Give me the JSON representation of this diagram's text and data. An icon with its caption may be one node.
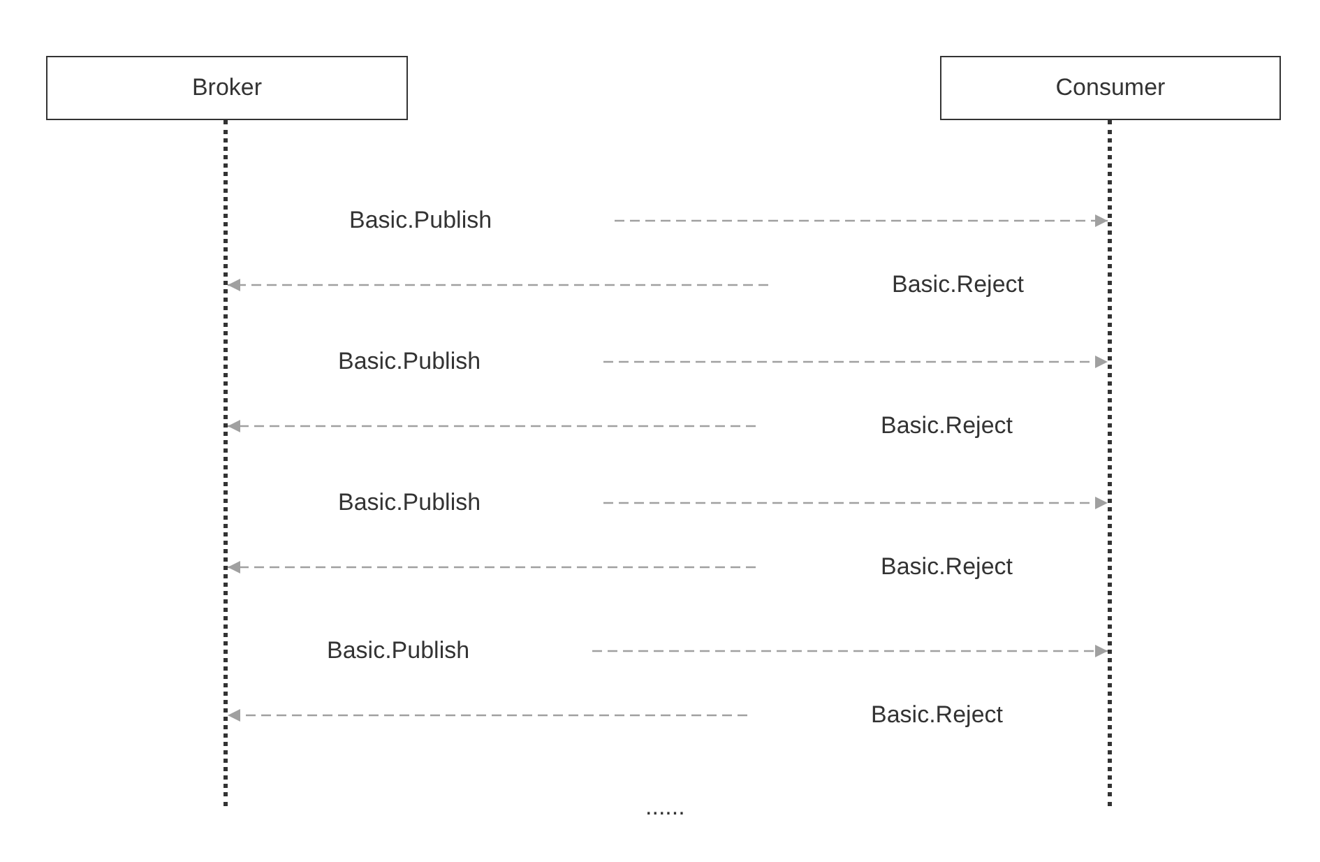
{
  "diagram": {
    "nodes": [
      {
        "text": [
          "Broker"
        ]
      },
      {
        "text": [
          "Consumer"
        ]
      },
      {
        "text": [],
        "shape": "bar"
      },
      {
        "text": [],
        "shape": "bar"
      }
    ],
    "edges": [
      {
        "from": null,
        "to": 3,
        "arrow": "to",
        "style": "dashed"
      },
      {
        "from": null,
        "to": 2,
        "arrow": "to",
        "style": "dashed"
      },
      {
        "from": null,
        "to": 3,
        "arrow": "to",
        "style": "dashed"
      },
      {
        "from": null,
        "to": 2,
        "arrow": "to",
        "style": "dashed"
      },
      {
        "from": null,
        "to": 3,
        "arrow": "to",
        "style": "dashed"
      },
      {
        "from": null,
        "to": 2,
        "arrow": "to",
        "style": "dashed"
      },
      {
        "from": null,
        "to": 3,
        "arrow": "to",
        "style": "dashed"
      },
      {
        "from": null,
        "to": 2,
        "arrow": "to",
        "style": "dashed"
      }
    ],
    "labels": [
      "Basic.Publish",
      "Basic.Reject",
      "Basic.Publish",
      "Basic.Reject",
      "Basic.Publish",
      "Basic.Reject",
      "Basic.Publish",
      "Basic.Reject",
      "......"
    ]
  }
}
